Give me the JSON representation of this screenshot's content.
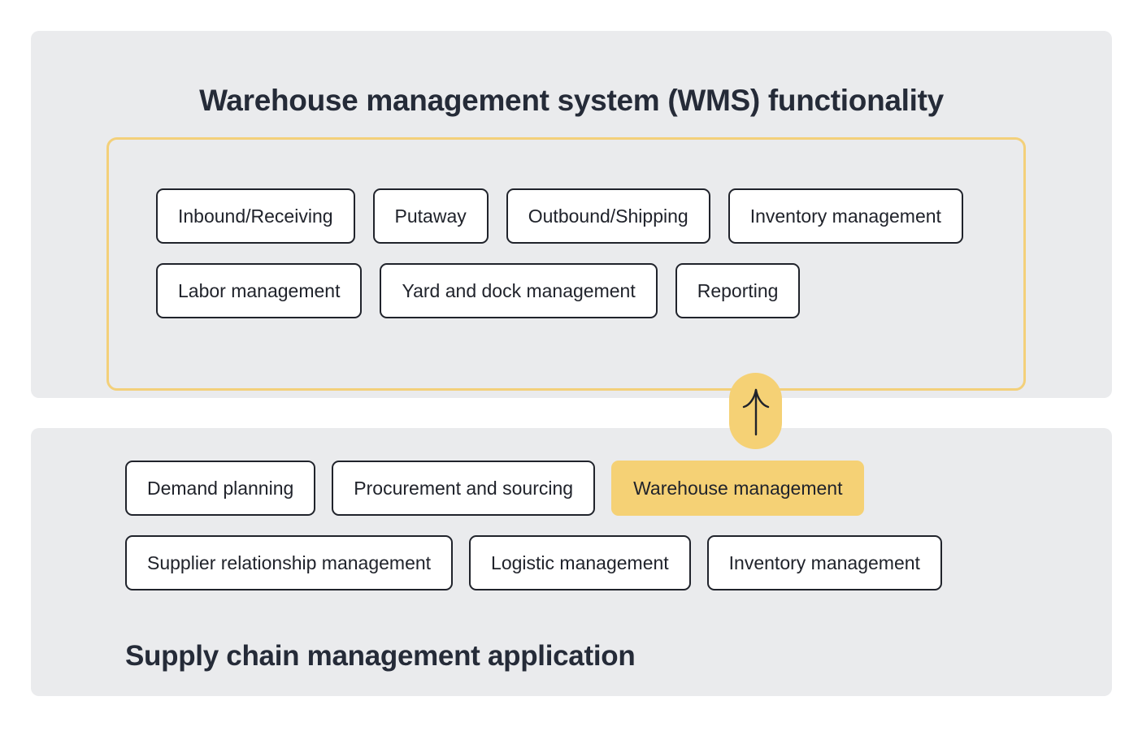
{
  "diagram": {
    "title": "Warehouse management system (WMS) functionality",
    "colors": {
      "panel_background": "#eaebed",
      "page_background": "#ffffff",
      "accent_yellow": "#f5d175",
      "group_border_yellow": "#f3d07a",
      "text_dark": "#20232b",
      "chip_background": "#ffffff"
    }
  },
  "wms_panel": {
    "title": "Warehouse management system (WMS) functionality",
    "row1": [
      {
        "label": "Inbound/Receiving"
      },
      {
        "label": "Putaway"
      },
      {
        "label": "Outbound/Shipping"
      },
      {
        "label": "Inventory management"
      }
    ],
    "row2": [
      {
        "label": "Labor management"
      },
      {
        "label": "Yard and dock management"
      },
      {
        "label": "Reporting"
      }
    ]
  },
  "connector": {
    "icon": "arrow-up-icon",
    "direction": "up"
  },
  "scm_panel": {
    "title": "Supply chain management application",
    "row1": [
      {
        "label": "Demand planning",
        "highlighted": false
      },
      {
        "label": "Procurement and sourcing",
        "highlighted": false
      },
      {
        "label": "Warehouse management",
        "highlighted": true
      }
    ],
    "row2": [
      {
        "label": "Supplier relationship management",
        "highlighted": false
      },
      {
        "label": "Logistic management",
        "highlighted": false
      },
      {
        "label": "Inventory management",
        "highlighted": false
      }
    ]
  }
}
